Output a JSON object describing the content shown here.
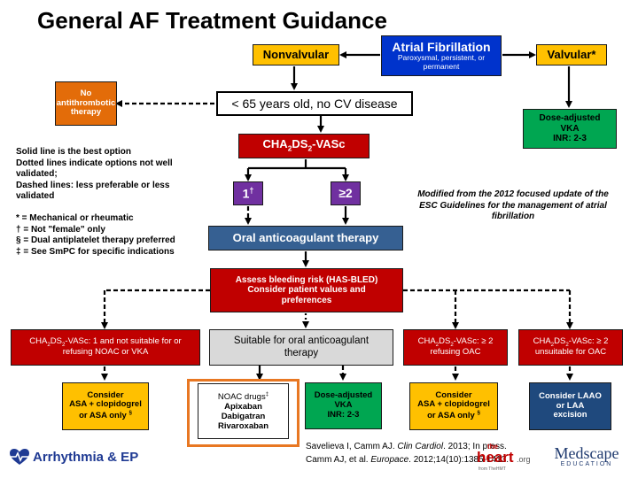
{
  "title": "General AF Treatment Guidance",
  "nodes": {
    "af": {
      "title": "Atrial Fibrillation",
      "subtitle": "Paroxysmal, persistent, or permanent"
    },
    "nonvalvular": "Nonvalvular",
    "valvular": "Valvular*",
    "no_antithrombotic": "No antithrombotic therapy",
    "under65": "< 65 years old, no CV disease",
    "vka_valvular": {
      "line1": "Dose-adjusted",
      "line2": "VKA",
      "line3": "INR: 2-3"
    },
    "cha2ds2": {
      "pre": "CHA",
      "s1": "2",
      "mid": "DS",
      "s2": "2",
      "post": "-VASc"
    },
    "score1": {
      "text": "1",
      "mark": "†"
    },
    "score2": "≥2",
    "oac": "Oral anticoagulant therapy",
    "bleeding": {
      "line1": "Assess bleeding risk (HAS-BLED)",
      "line2": "Consider patient values and preferences"
    },
    "left_cond": {
      "pre": "CHA",
      "s1": "2",
      "mid": "DS",
      "s2": "2",
      "post": "-VASc: 1 and not suitable for or refusing NOAC or VKA"
    },
    "suitable": "Suitable for oral anticoagulant therapy",
    "refusing": {
      "pre": "CHA",
      "s1": "2",
      "mid": "DS",
      "s2": "2",
      "post": "-VASc: ≥ 2 refusing OAC"
    },
    "unsuitable": {
      "pre": "CHA",
      "s1": "2",
      "mid": "DS",
      "s2": "2",
      "post": "-VASc: ≥ 2 unsuitable for OAC"
    },
    "asa1": {
      "line1": "Consider",
      "line2": "ASA + clopidogrel",
      "line3": "or ASA only",
      "mark": "§"
    },
    "noac": {
      "head": "NOAC drugs",
      "mark": "‡",
      "d1": "Apixaban",
      "d2": "Dabigatran",
      "d3": "Rivaroxaban"
    },
    "vka2": {
      "line1": "Dose-adjusted",
      "line2": "VKA",
      "line3": "INR: 2-3"
    },
    "asa2": {
      "line1": "Consider",
      "line2": "ASA + clopidogrel",
      "line3": "or ASA only",
      "mark": "§"
    },
    "laao": {
      "line1": "Consider LAAO",
      "line2": "or LAA",
      "line3": "excision"
    }
  },
  "legend": {
    "solid": "Solid line is the best option",
    "dotted": "Dotted lines indicate options not well validated;",
    "dashed": "Dashed lines: less preferable or less validated",
    "star": "* = Mechanical or rheumatic",
    "dagger": "† = Not \"female\" only",
    "section": "§ = Dual antiplatelet therapy preferred",
    "dbl": "‡ = See SmPC for specific indications"
  },
  "source_note": "Modified from the 2012 focused update of the ESC Guidelines for the management of atrial fibrillation",
  "citation": {
    "l1a": "Savelieva I, Camm AJ. ",
    "l1b": "Clin Cardiol",
    "l1c": ". 2013; In press.",
    "l2a": "Camm AJ, et al. ",
    "l2b": "Europace",
    "l2c": ". 2012;14(10):1385-1413."
  },
  "logos": {
    "arrhythmia": "Arrhythmia & EP",
    "heart_small": "the",
    "heart_big": "heart",
    "heart_org": ".org",
    "heart_tag": "from TheHMT",
    "medscape": "Medscape",
    "medscape_sub": "EDUCATION"
  },
  "colors": {
    "accent_orange": "#e87722",
    "af_blue": "#0033cc",
    "decision_red": "#c00000"
  }
}
